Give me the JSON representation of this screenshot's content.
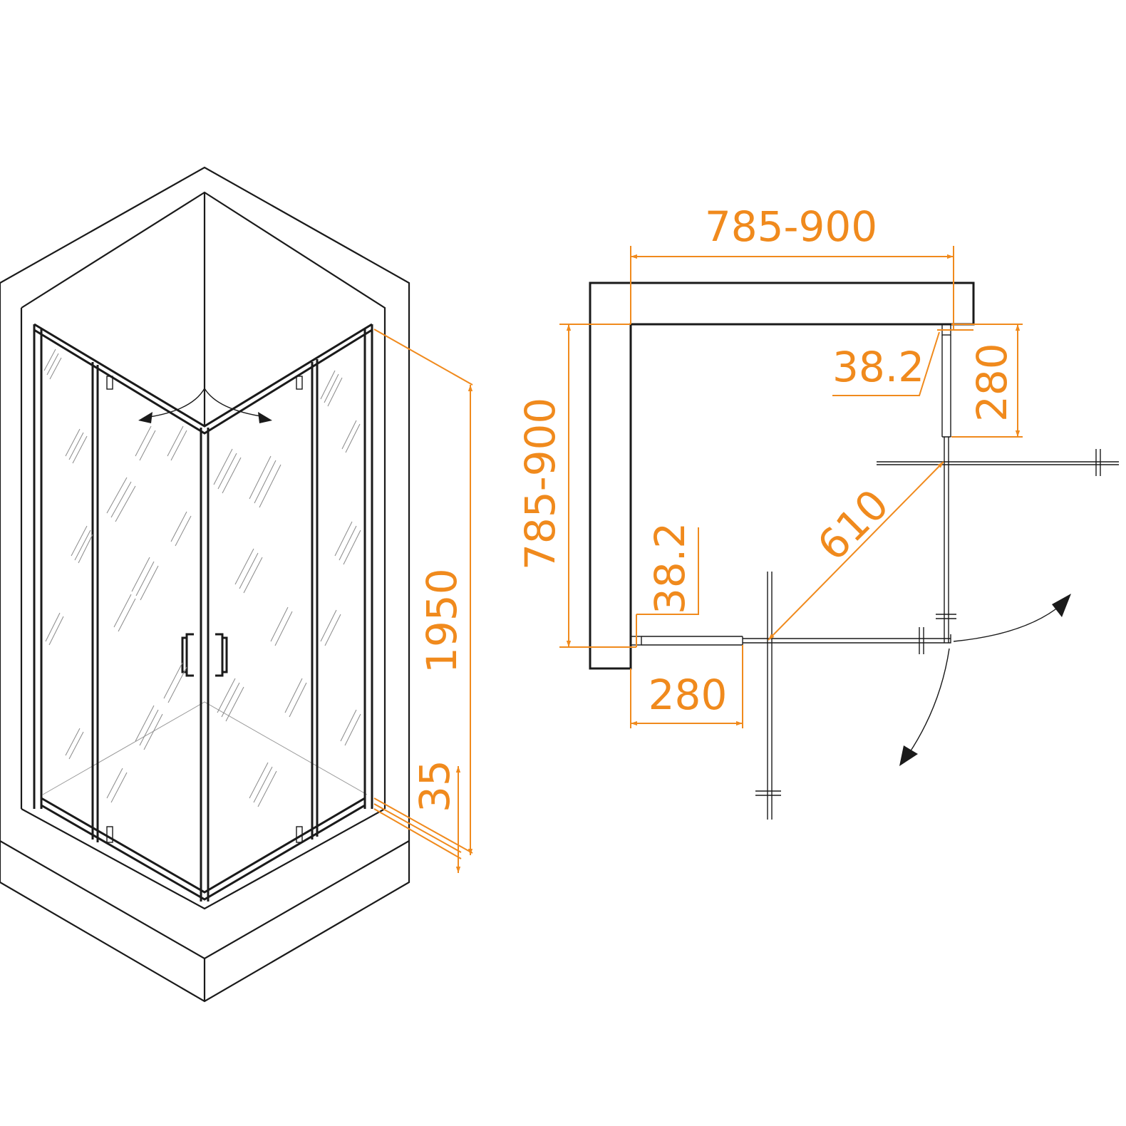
{
  "plan": {
    "top_width": "785-900",
    "left_depth": "785-900",
    "top_offset": "38.2",
    "left_offset": "38.2",
    "right_panel": "280",
    "bottom_panel": "280",
    "door_opening": "610"
  },
  "iso": {
    "height": "1950",
    "tray_height": "35"
  },
  "colors": {
    "dimension": "#f08a1d",
    "outline": "#1a1a1a"
  }
}
